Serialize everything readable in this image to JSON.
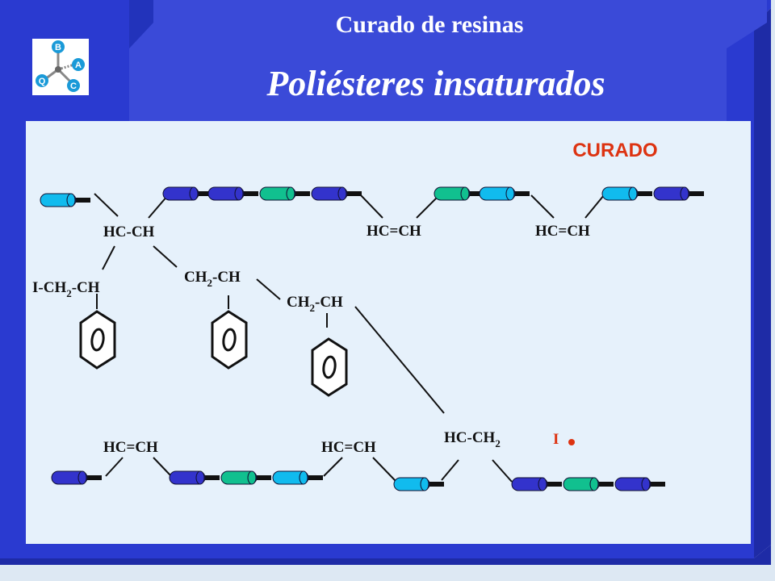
{
  "header": {
    "subtitle": "Curado de resinas",
    "title": "Poliésteres insaturados"
  },
  "logo": {
    "icon": "molecule-logo-icon",
    "letters": [
      "B",
      "A",
      "C",
      "Q"
    ]
  },
  "diagram": {
    "stage_label": "CURADO",
    "initiator_label": "I",
    "labels": {
      "hc_ch_top": "HC-CH",
      "hc_eq_ch_1": "HC=CH",
      "hc_eq_ch_2": "HC=CH",
      "ich2_a": "I-CH",
      "ich2_sub": "2",
      "ich2_b": "-CH",
      "ch2ch_1_a": "CH",
      "ch2ch_1_sub": "2",
      "ch2ch_1_b": "-CH",
      "ch2ch_2_a": "CH",
      "ch2ch_2_sub": "2",
      "ch2ch_2_b": "-CH",
      "hc_ch2_a": "HC-CH",
      "hc_ch2_sub": "2",
      "hc_eq_ch_3": "HC=CH",
      "hc_eq_ch_4": "HC=CH"
    }
  },
  "colors": {
    "frame_dark": "#2233bb",
    "frame_light": "#3344cc",
    "panel": "#e6f1fb",
    "unit_blue": "#3333cc",
    "unit_cyan": "#11bbee",
    "unit_green": "#11c08f",
    "accent": "#dd3311"
  }
}
